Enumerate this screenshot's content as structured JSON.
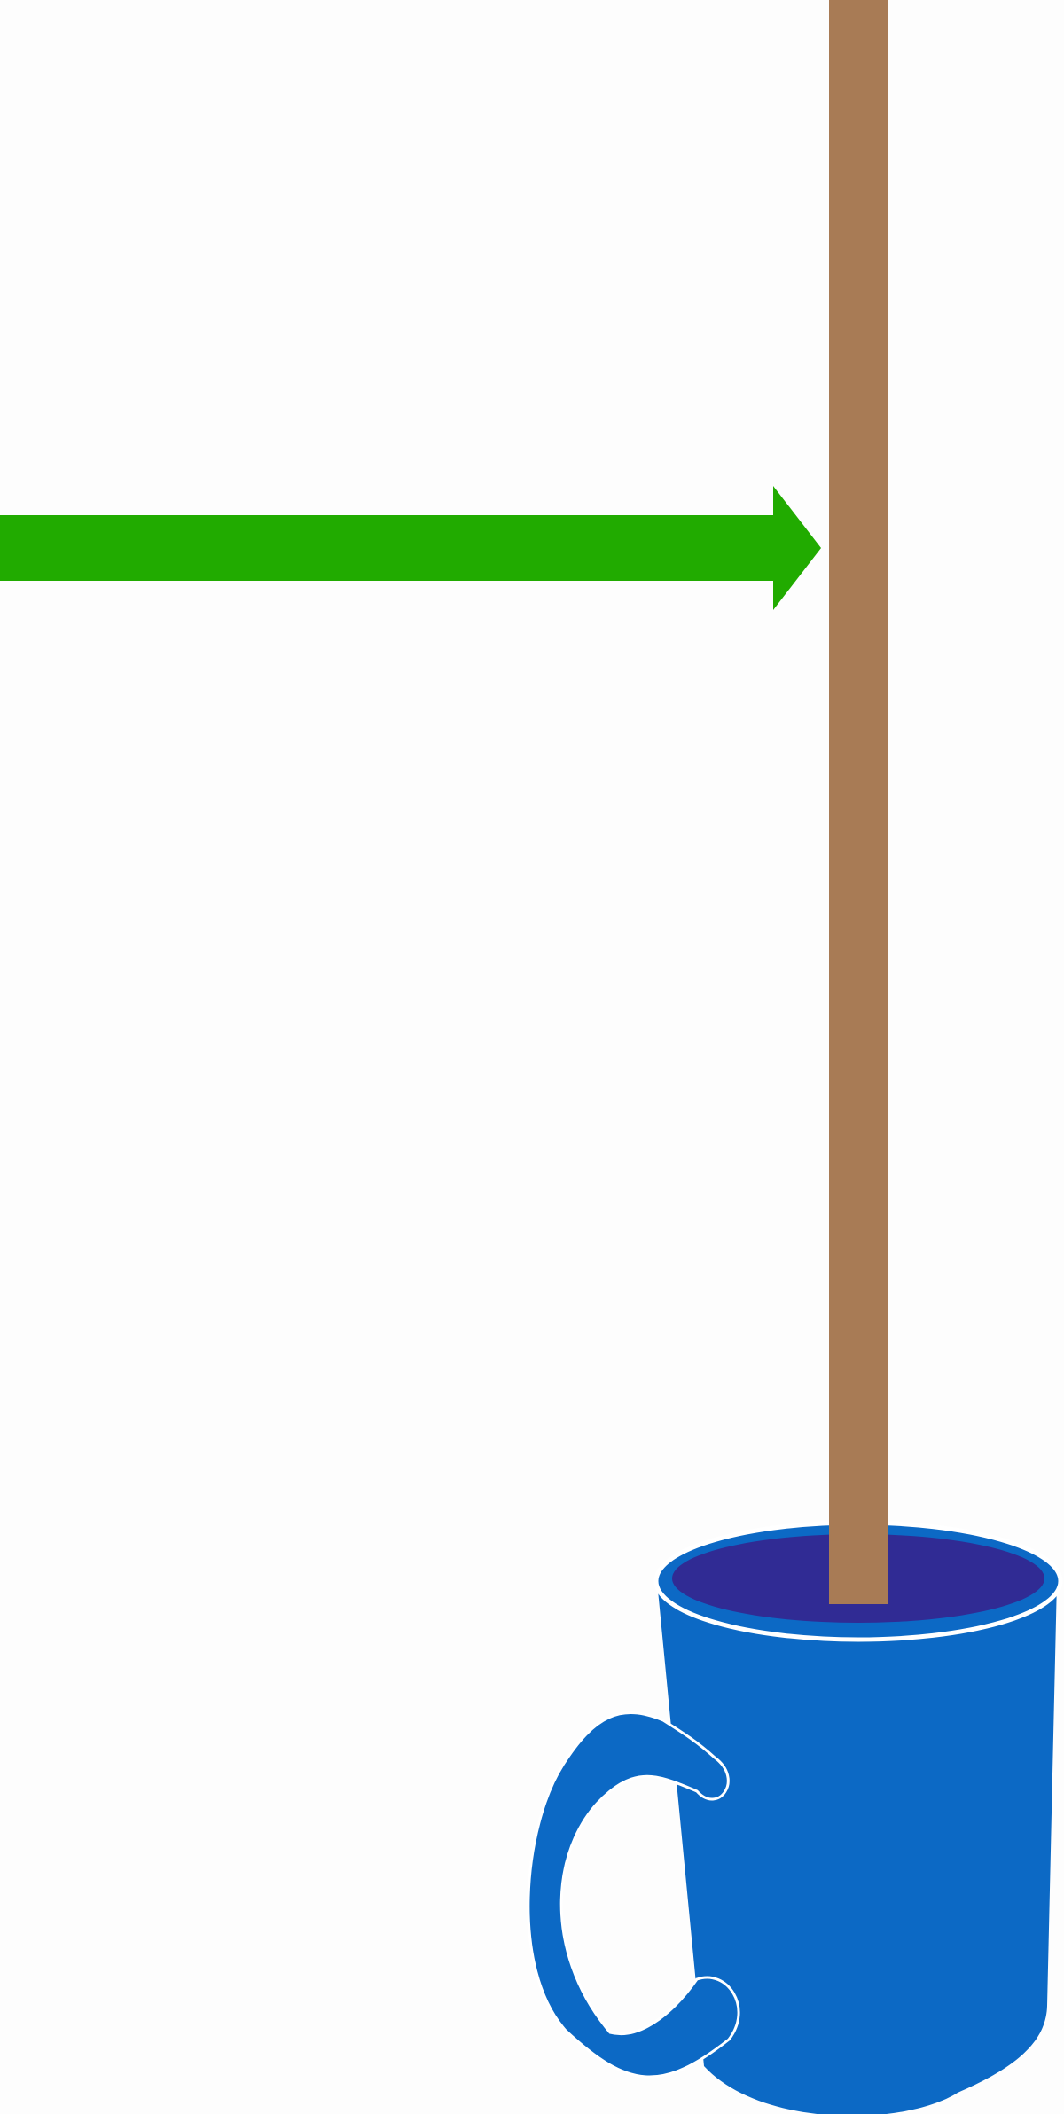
{
  "scene": {
    "description_items": [
      "arrow",
      "stick",
      "mug"
    ],
    "colors": {
      "background": "#fdfdfd",
      "arrow": "#21ab00",
      "stick": "#a87b55",
      "mug_body": "#0c69c5",
      "liquid": "#302b94",
      "outline": "#ffffff"
    },
    "arrow": {
      "icon": "right-arrow-icon",
      "direction": "right"
    },
    "stick": {
      "icon": "wooden-stick-icon"
    },
    "mug": {
      "icon": "mug-icon",
      "contents": "liquid"
    }
  }
}
